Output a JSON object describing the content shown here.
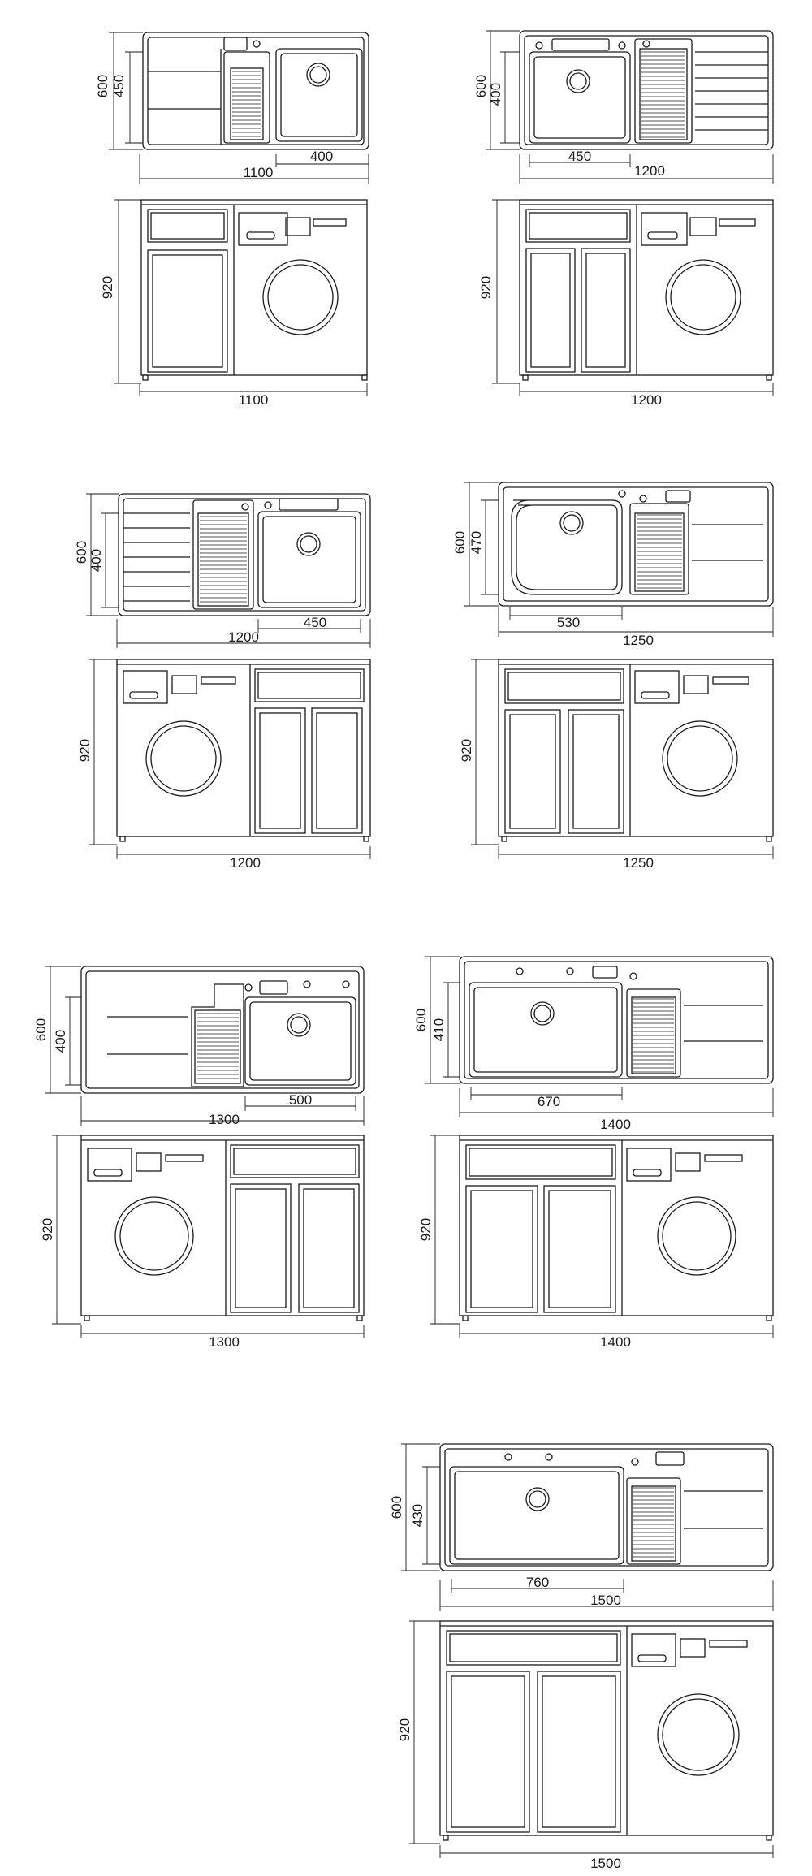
{
  "colors": {
    "ink": "#1a1a1a",
    "paper": "#ffffff"
  },
  "drawing": {
    "units": [
      {
        "id": "unit-1100",
        "sink_depth": "450",
        "top_depth": "600",
        "sink_width": "400",
        "top_width": "1100",
        "height": "920",
        "cabinet_width": "1100"
      },
      {
        "id": "unit-1200-a",
        "sink_depth": "400",
        "top_depth": "600",
        "sink_width": "450",
        "top_width": "1200",
        "height": "920",
        "cabinet_width": "1200"
      },
      {
        "id": "unit-1200-b",
        "sink_depth": "400",
        "top_depth": "600",
        "sink_width": "450",
        "top_width": "1200",
        "height": "920",
        "cabinet_width": "1200"
      },
      {
        "id": "unit-1250",
        "sink_depth": "470",
        "top_depth": "600",
        "sink_width": "530",
        "top_width": "1250",
        "height": "920",
        "cabinet_width": "1250"
      },
      {
        "id": "unit-1300",
        "sink_depth": "400",
        "top_depth": "600",
        "sink_width": "500",
        "top_width": "1300",
        "height": "920",
        "cabinet_width": "1300"
      },
      {
        "id": "unit-1400",
        "sink_depth": "410",
        "top_depth": "600",
        "sink_width": "670",
        "top_width": "1400",
        "height": "920",
        "cabinet_width": "1400"
      },
      {
        "id": "unit-1500",
        "sink_depth": "430",
        "top_depth": "600",
        "sink_width": "760",
        "top_width": "1500",
        "height": "920",
        "cabinet_width": "1500"
      }
    ]
  }
}
